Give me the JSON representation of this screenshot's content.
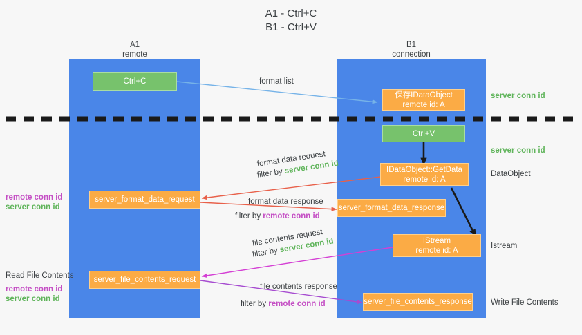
{
  "title": {
    "line1": "A1 - Ctrl+C",
    "line2": "B1 - Ctrl+V"
  },
  "lanes": [
    {
      "name": "A1",
      "sub": "remote"
    },
    {
      "name": "B1",
      "sub": "connection"
    }
  ],
  "nodes": {
    "ctrl_c": "Ctrl+C",
    "ctrl_v": "Ctrl+V",
    "save_idataobject_l1": "保存IDataObject",
    "save_idataobject_l2": "remote id: A",
    "getdata_l1": "IDataObject::GetData",
    "getdata_l2": "remote id: A",
    "istream_l1": "IStream",
    "istream_l2": "remote id: A",
    "server_format_data_request": "server_format_data_request",
    "server_format_data_response": "server_format_data_response",
    "server_file_contents_request": "server_file_contents_request",
    "server_file_contents_response": "server_file_contents_response"
  },
  "edge_labels": {
    "format_list": "format list",
    "format_data_request": "format data request",
    "format_data_request_filter_prefix": "filter by ",
    "format_data_request_filter_key": "server conn id",
    "format_data_response": "format data response",
    "format_data_response_filter_prefix": "filter by ",
    "format_data_response_filter_key": "remote conn id",
    "file_contents_request": "file contents request",
    "file_contents_request_filter_prefix": "filter by ",
    "file_contents_request_filter_key": "server conn id",
    "file_contents_response": "file contents response",
    "file_contents_response_filter_prefix": "filter by ",
    "file_contents_response_filter_key": "remote conn id"
  },
  "right_annotations": [
    {
      "text": "server conn id",
      "kind": "green"
    },
    {
      "text": "server conn id",
      "kind": "green"
    },
    {
      "text": "DataObject",
      "kind": "dark"
    },
    {
      "text": "Istream",
      "kind": "dark"
    },
    {
      "text": "Write File Contents",
      "kind": "dark"
    }
  ],
  "left_annotations": {
    "group1_remote": "remote conn id",
    "group1_server": "server conn id",
    "read_file_contents": "Read File Contents",
    "group2_remote": "remote conn id",
    "group2_server": "server conn id"
  },
  "colors": {
    "lane": "#4a86e8",
    "orange": "#fbab45",
    "green_box": "#77c26c",
    "green_text": "#5fb45a",
    "magenta_text": "#c44ec4",
    "arrow_blue": "#76b3e8",
    "arrow_red": "#e8604a",
    "arrow_magenta": "#d43fd4",
    "arrow_purple": "#a64bd0",
    "arrow_black": "#1a1a1a",
    "background": "#f7f7f7"
  }
}
